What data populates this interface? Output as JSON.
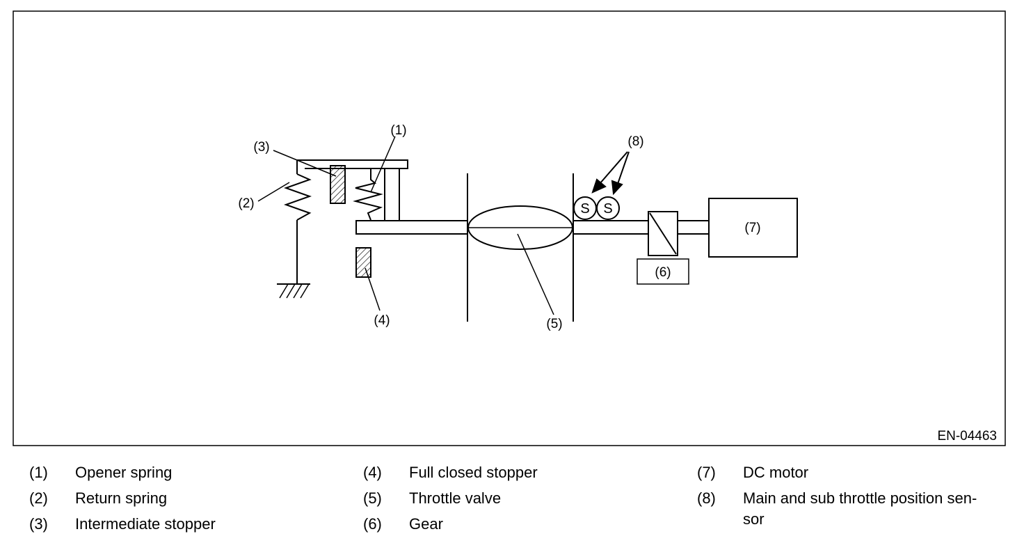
{
  "figure_code": "EN-04463",
  "callouts": {
    "c1": "(1)",
    "c2": "(2)",
    "c3": "(3)",
    "c4": "(4)",
    "c5": "(5)",
    "c6": "(6)",
    "c7": "(7)",
    "c8": "(8)"
  },
  "sensor_letter": "S",
  "legend": [
    {
      "num": "(1)",
      "text": "Opener spring"
    },
    {
      "num": "(2)",
      "text": "Return spring"
    },
    {
      "num": "(3)",
      "text": "Intermediate stopper"
    },
    {
      "num": "(4)",
      "text": "Full closed stopper"
    },
    {
      "num": "(5)",
      "text": "Throttle valve"
    },
    {
      "num": "(6)",
      "text": "Gear"
    },
    {
      "num": "(7)",
      "text": "DC motor"
    },
    {
      "num": "(8)",
      "text": "Main and sub throttle position sen-",
      "text2": "sor"
    }
  ]
}
